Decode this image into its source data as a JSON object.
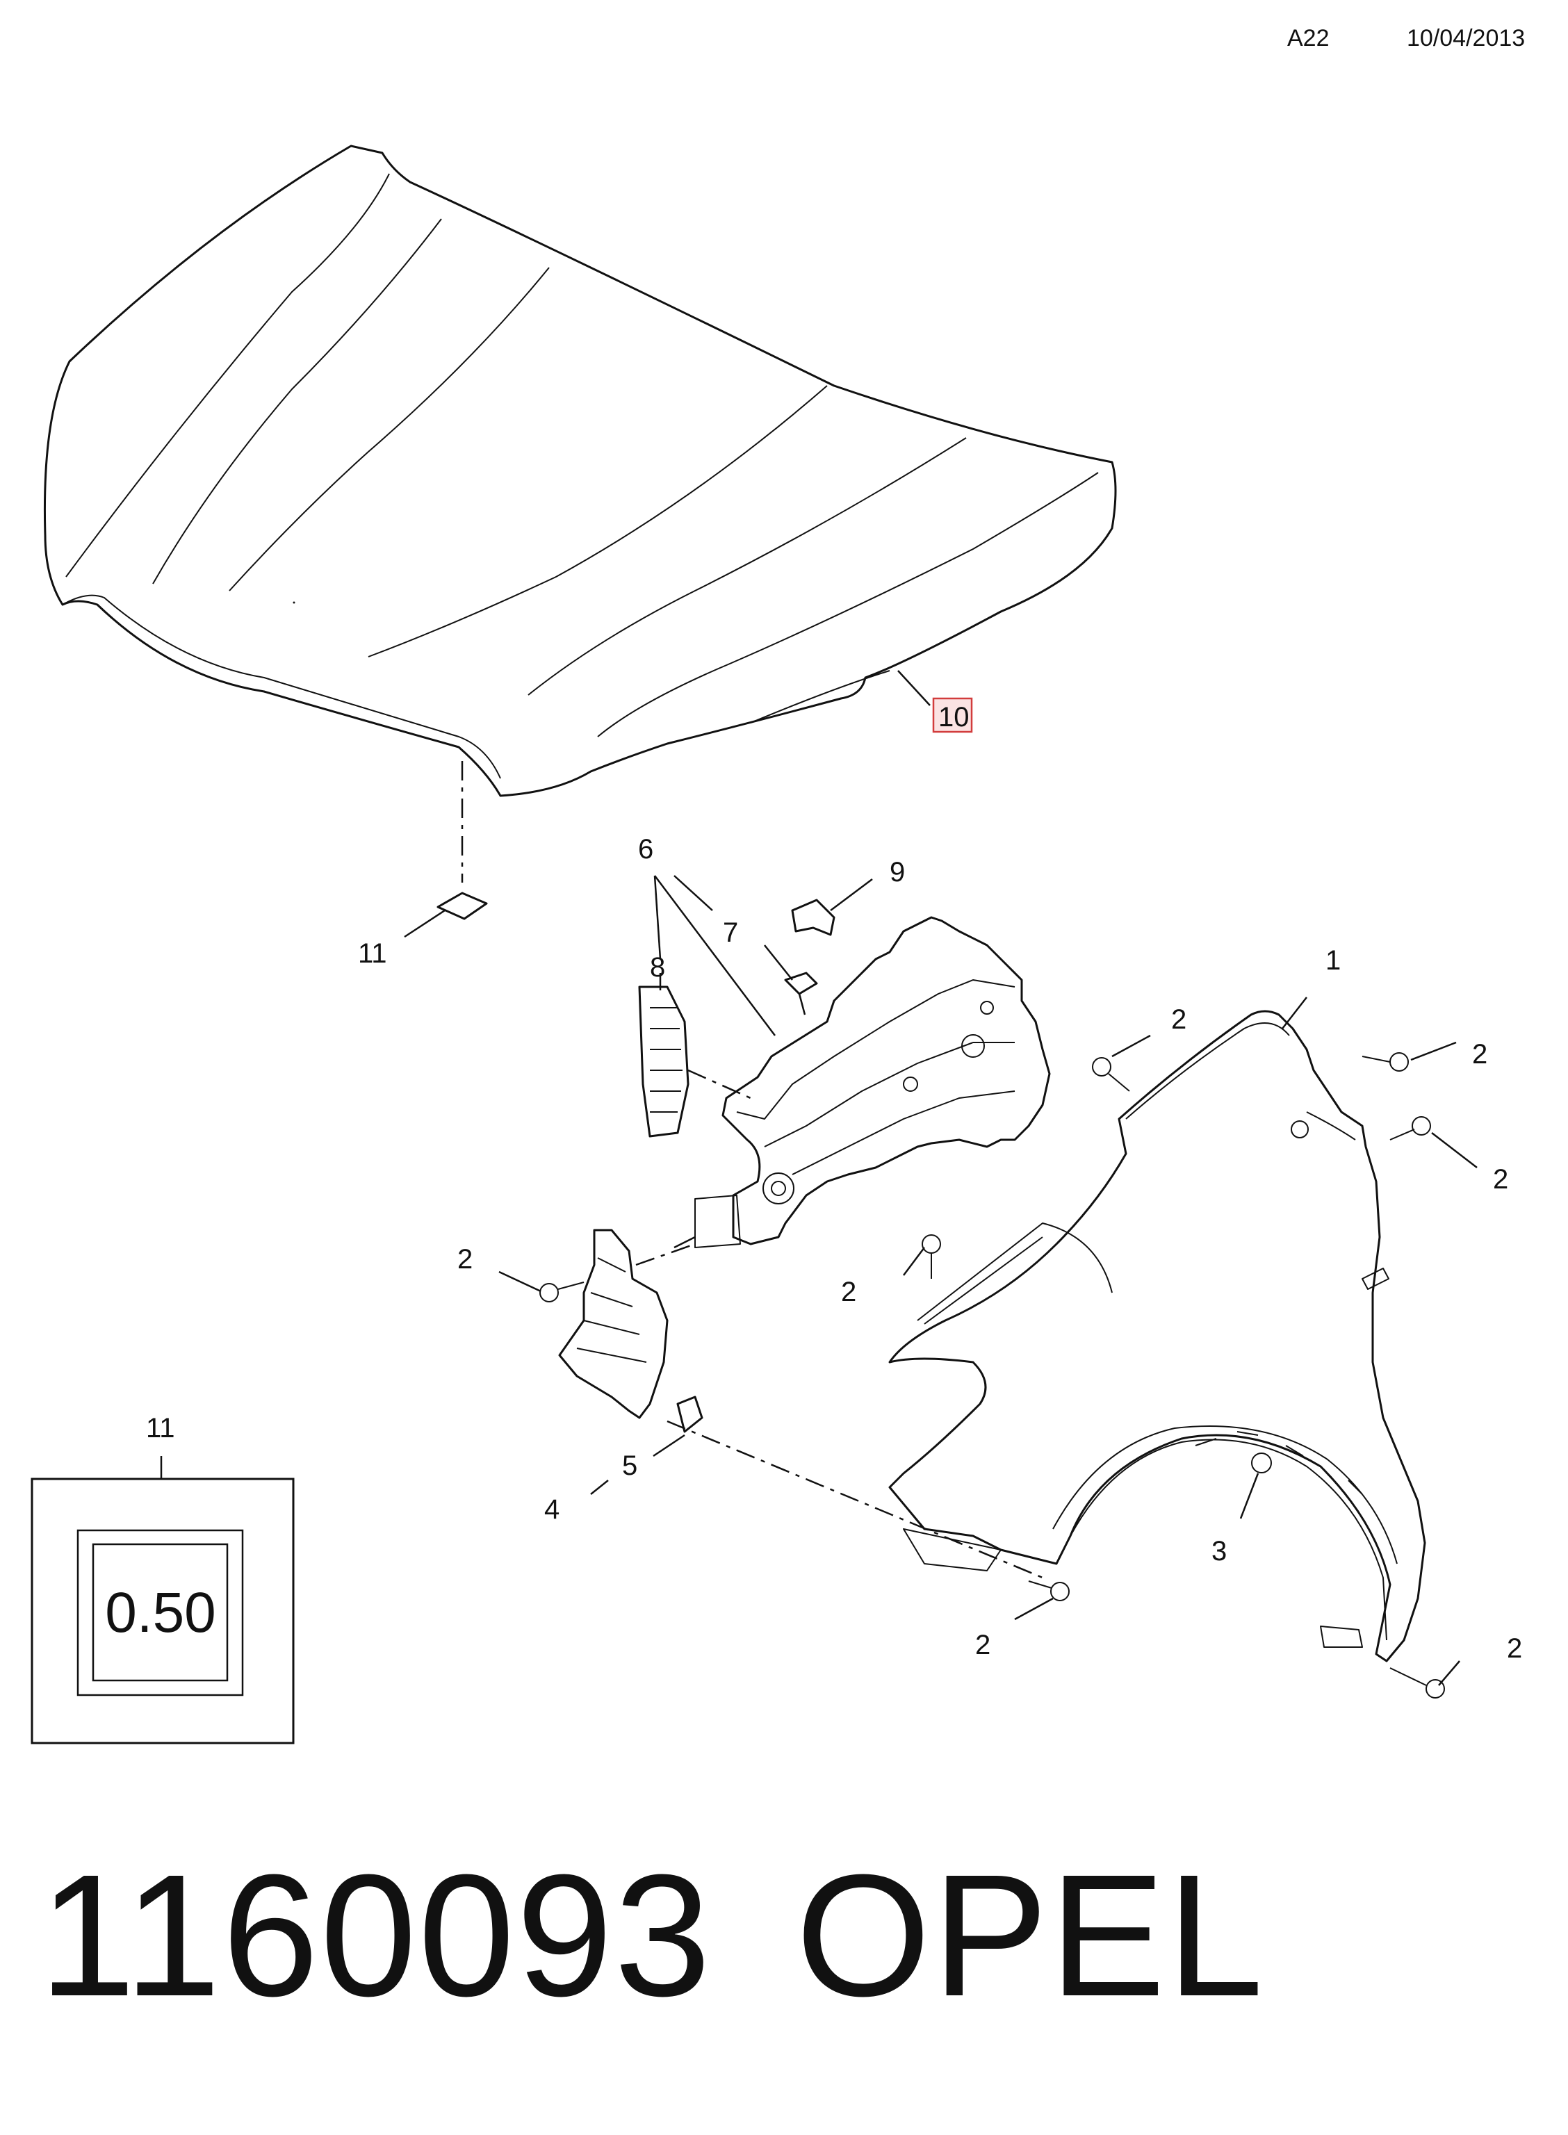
{
  "header": {
    "code": "A22",
    "date": "10/04/2013"
  },
  "callouts": {
    "c1": "1",
    "c2a": "2",
    "c2b": "2",
    "c2c": "2",
    "c2d": "2",
    "c2e": "2",
    "c2f": "2",
    "c2g": "2",
    "c3": "3",
    "c4": "4",
    "c5": "5",
    "c6": "6",
    "c7": "7",
    "c8": "8",
    "c9": "9",
    "c10": "10",
    "c11a": "11",
    "c11b": "11"
  },
  "inset": {
    "label": "11",
    "value": "0.50"
  },
  "footer": {
    "part_number": "1160093",
    "brand": "OPEL"
  },
  "colors": {
    "line": "#111111",
    "highlight_border": "#d23c3c",
    "highlight_fill": "#fbe3e3"
  }
}
